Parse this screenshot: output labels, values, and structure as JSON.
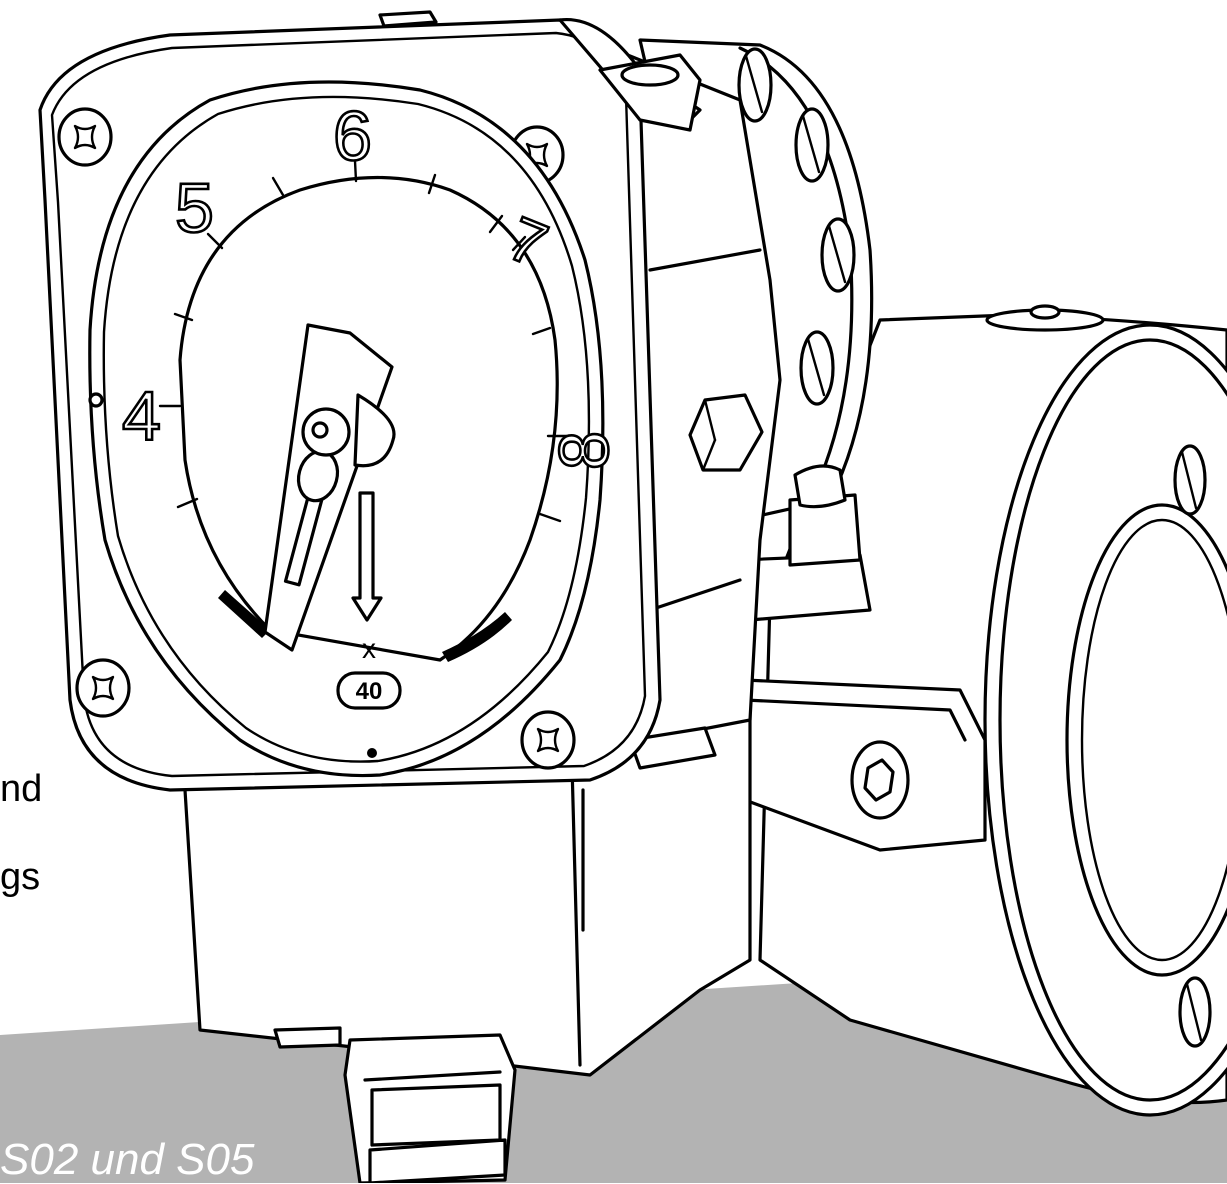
{
  "scale_labels": [
    "4",
    "5",
    "6",
    "7",
    "8"
  ],
  "dial_marks": {
    "arrow_label": "x",
    "badge": "40"
  },
  "side_text": {
    "line1": "nd",
    "line2": "gs"
  },
  "caption": "S02 und S05",
  "colors": {
    "floor": "#b3b3b3",
    "line": "#000000",
    "background": "#ffffff"
  }
}
